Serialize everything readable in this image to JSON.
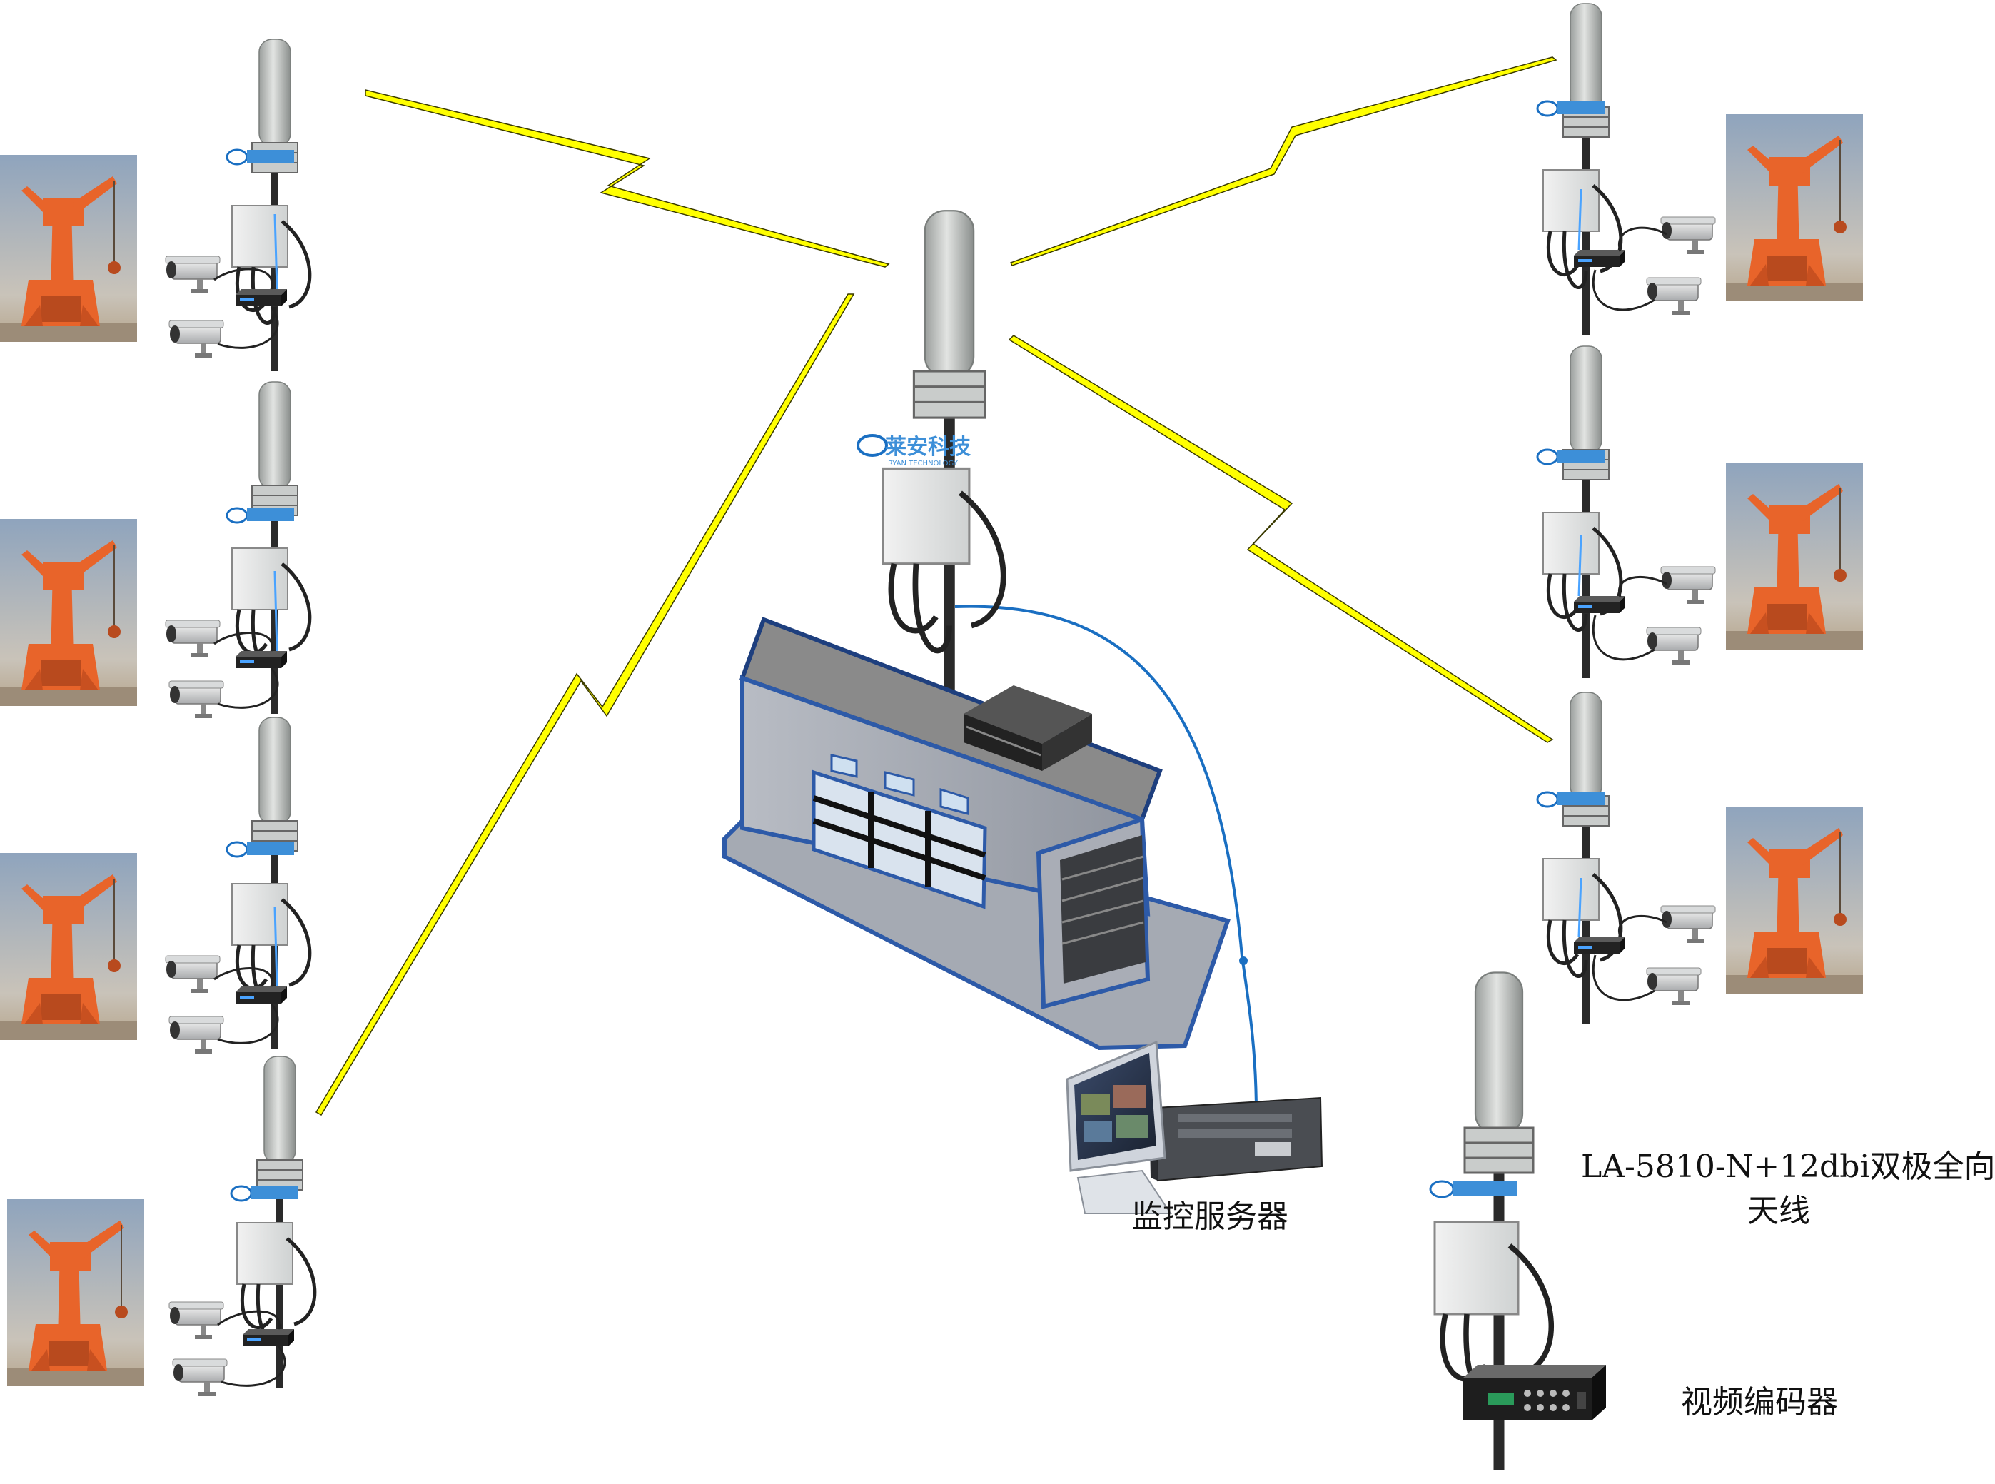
{
  "labels": {
    "server": "监控服务器",
    "antenna_line1": "LA-5810-N+12dbi双极全向",
    "antenna_line2": "天线",
    "encoder": "视频编码器"
  },
  "logo_text": "莱安科技",
  "logo_subtext": "RYAN TECHNOLOGY",
  "colors": {
    "lightning": "#ffff00",
    "lightning_edge": "#3a3a00",
    "cable": "#1a6fc2",
    "crane": "#e8642a",
    "building_blue": "#2d5aa8",
    "building_roof": "#888888"
  }
}
